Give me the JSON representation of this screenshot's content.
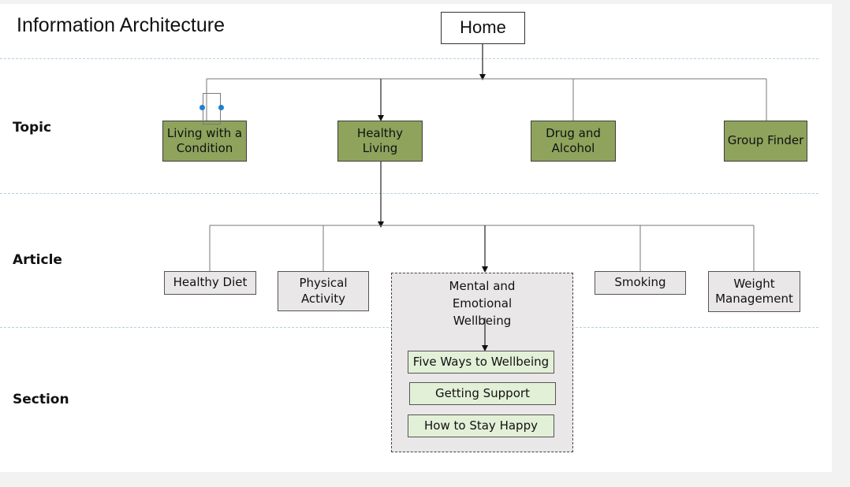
{
  "title": "Information Architecture",
  "rows": {
    "topic": "Topic",
    "article": "Article",
    "section": "Section"
  },
  "home": "Home",
  "topics": {
    "living_with_condition": "Living with a Condition",
    "healthy_living": "Healthy Living",
    "drug_alcohol": "Drug and Alcohol",
    "group_finder": "Group Finder"
  },
  "articles": {
    "healthy_diet": "Healthy Diet",
    "physical_activity": "Physical Activity",
    "mental_wellbeing": "Mental and Emotional Wellbeing",
    "smoking": "Smoking",
    "weight_management": "Weight Management"
  },
  "sections": {
    "five_ways": "Five Ways to Wellbeing",
    "getting_support": "Getting Support",
    "stay_happy": "How to Stay Happy"
  },
  "colors": {
    "topic_fill": "#8fa35c",
    "article_fill": "#e9e7e8",
    "section_fill": "#e3f0d8",
    "handle": "#1f7fd1"
  }
}
